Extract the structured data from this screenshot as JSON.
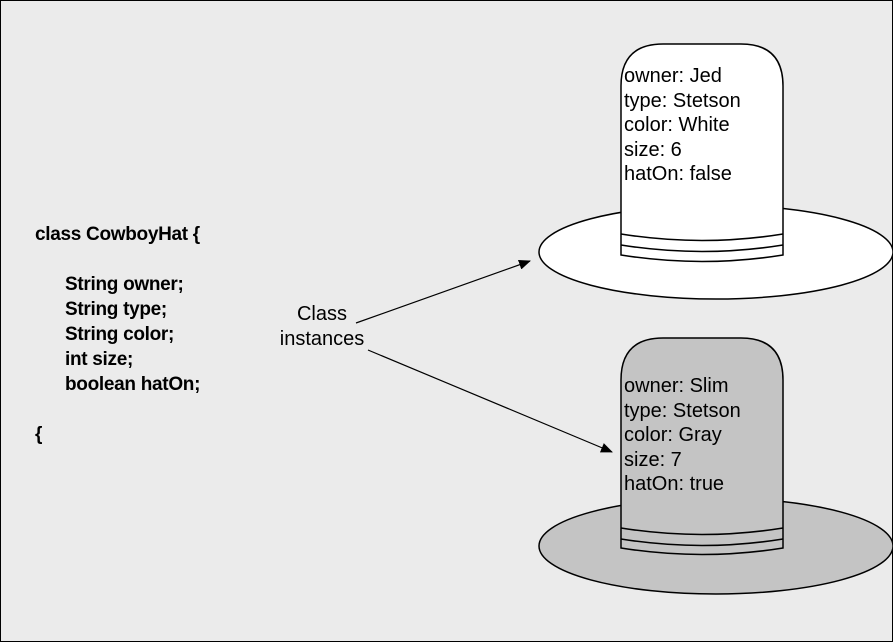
{
  "colors": {
    "background": "#ebebeb",
    "hat_white": "#ffffff",
    "hat_gray": "#c4c4c4",
    "stroke": "#000000"
  },
  "code": {
    "header": "class CowboyHat {",
    "fields": [
      "String owner;",
      "String type;",
      "String color;",
      "int size;",
      "boolean hatOn;"
    ],
    "footer": "{"
  },
  "caption": {
    "line1": "Class",
    "line2": "instances"
  },
  "hats": [
    {
      "lines": [
        "owner: Jed",
        "type: Stetson",
        "color: White",
        "size: 6",
        "hatOn: false"
      ]
    },
    {
      "lines": [
        "owner: Slim",
        "type: Stetson",
        "color: Gray",
        "size: 7",
        "hatOn: true"
      ]
    }
  ]
}
